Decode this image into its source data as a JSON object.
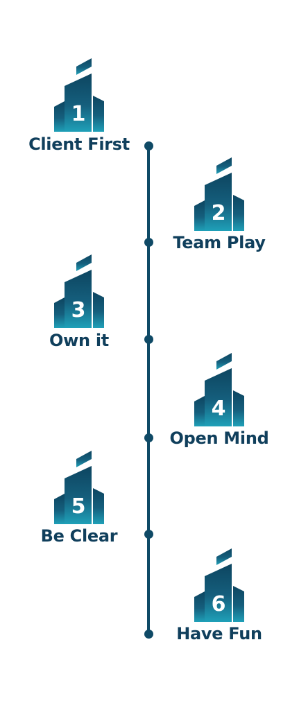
{
  "values": [
    {
      "number": "1",
      "label": "Client First",
      "side": "left"
    },
    {
      "number": "2",
      "label": "Team Play",
      "side": "right"
    },
    {
      "number": "3",
      "label": "Own it",
      "side": "left"
    },
    {
      "number": "4",
      "label": "Open Mind",
      "side": "right"
    },
    {
      "number": "5",
      "label": "Be Clear",
      "side": "left"
    },
    {
      "number": "6",
      "label": "Have Fun",
      "side": "right"
    }
  ],
  "colors": {
    "primary": "#0f4a66",
    "label": "#103f5c",
    "gradient_top": "#0d4560",
    "gradient_bottom": "#1fa0b8"
  },
  "icon": "building-icon"
}
